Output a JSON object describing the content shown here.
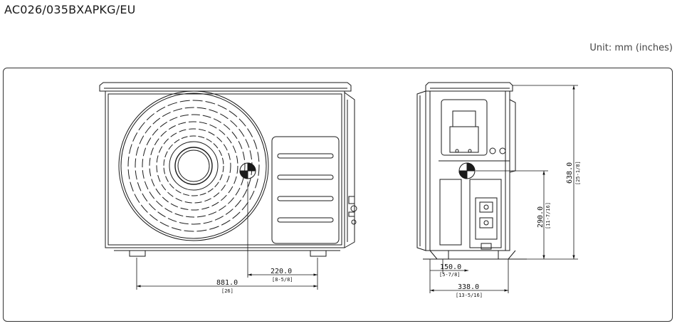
{
  "model_title": "AC026/035BXAPKG/EU",
  "unit_note": "Unit: mm (inches)",
  "front_view": {
    "width": {
      "mm": "881.0",
      "in": "[26]"
    },
    "pipe_offset": {
      "mm": "220.0",
      "in": "[8-5/8]"
    }
  },
  "side_view": {
    "height": {
      "mm": "638.0",
      "in": "[25-1/8]"
    },
    "cg_height": {
      "mm": "290.0",
      "in": "[11-7/16]"
    },
    "foot_offset": {
      "mm": "150.0",
      "in": "[5-7/8]"
    },
    "depth": {
      "mm": "338.0",
      "in": "[13-5/16]"
    }
  },
  "colors": {
    "line": "#1a1a1a",
    "background": "#ffffff"
  }
}
